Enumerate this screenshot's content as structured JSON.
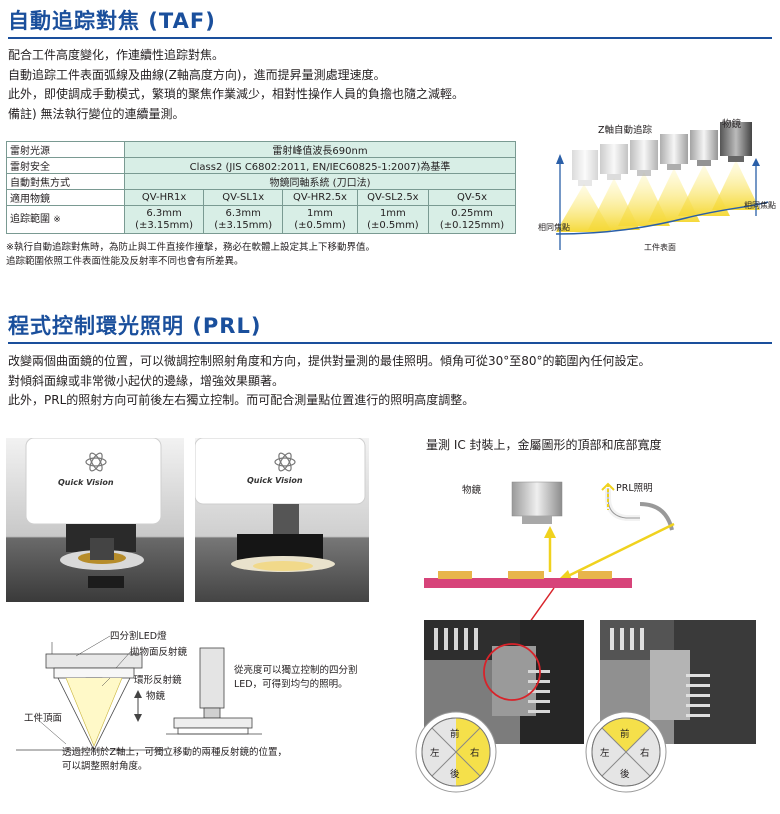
{
  "taf": {
    "title": "自動追踪對焦 (TAF)",
    "paragraphs": [
      "配合工件高度變化，作連續性追踪對焦。",
      "自動追踪工件表面弧線及曲線(Z軸高度方向)，進而提昇量測處理速度。",
      "此外，即使調成手動模式，繁瑣的聚焦作業減少，相對性操作人員的負擔也隨之減輕。",
      "備註) 無法執行變位的連續量測。"
    ],
    "table": {
      "rows": [
        {
          "label": "雷射光源",
          "value": "雷射峰值波長690nm"
        },
        {
          "label": "雷射安全",
          "value": "Class2 (JIS C6802:2011, EN/IEC60825-1:2007)為基準"
        },
        {
          "label": "自動對焦方式",
          "value": "物鏡同軸系統 (刀口法)"
        }
      ],
      "objective_label": "適用物鏡",
      "objectives": [
        "QV-HR1x",
        "QV-SL1x",
        "QV-HR2.5x",
        "QV-SL2.5x",
        "QV-5x"
      ],
      "range_label": "追踪範圍",
      "range_mark": "※",
      "ranges": [
        {
          "main": "6.3mm",
          "sub": "(±3.15mm)"
        },
        {
          "main": "6.3mm",
          "sub": "(±3.15mm)"
        },
        {
          "main": "1mm",
          "sub": "(±0.5mm)"
        },
        {
          "main": "1mm",
          "sub": "(±0.5mm)"
        },
        {
          "main": "0.25mm",
          "sub": "(±0.125mm)"
        }
      ]
    },
    "notes": [
      "※執行自動追踪對焦時，為防止與工件直接作撞擊，務必在軟體上設定其上下移動界值。",
      "追踪範圍依照工件表面性能及反射率不同也會有所差異。"
    ],
    "diagram": {
      "z_label": "Z軸自動追踪",
      "objective_label": "物鏡",
      "phase_left": "相同焦點",
      "phase_right": "相同焦點",
      "surface_label": "工件表面"
    }
  },
  "prl": {
    "title": "程式控制環光照明 (PRL)",
    "paragraphs": [
      "改變兩個曲面鏡的位置，可以微調控制照射角度和方向，提供對量測的最佳照明。傾角可從30°至80°的範圍內任何設定。",
      "對傾斜面線或非常微小起伏的邊緣，增強效果顯著。",
      "此外，PRL的照射方向可前後左右獨立控制。而可配合測量點位置進行的照明高度調整。"
    ],
    "photo_brand": "Quick Vision",
    "schematic": {
      "led_label": "四分割LED燈",
      "parabolic_label": "拋物面反射鏡",
      "ring_label": "環形反射鏡",
      "objective_label": "物鏡",
      "workpiece_label": "工件頂面",
      "caption_right": [
        "從亮度可以獨立控制的四分割",
        "LED，可得到均勻的照明。"
      ],
      "caption_bottom": [
        "透過控制於Z軸上，可獨立移動的兩種反射鏡的位置，",
        "可以調整照射角度。"
      ]
    },
    "ic": {
      "title": "量測 IC 封裝上，金屬圖形的頂部和底部寬度",
      "objective_label": "物鏡",
      "prl_label": "PRL照明",
      "quad_labels": {
        "front": "前",
        "left": "左",
        "right": "右",
        "back": "後"
      }
    }
  },
  "colors": {
    "heading": "#1a4f9c",
    "table_fill": "#d8eee6",
    "yellow": "#f5e04a",
    "red": "#d8232a",
    "ic_pink": "#d7447a",
    "ic_gold": "#e8b54a"
  }
}
